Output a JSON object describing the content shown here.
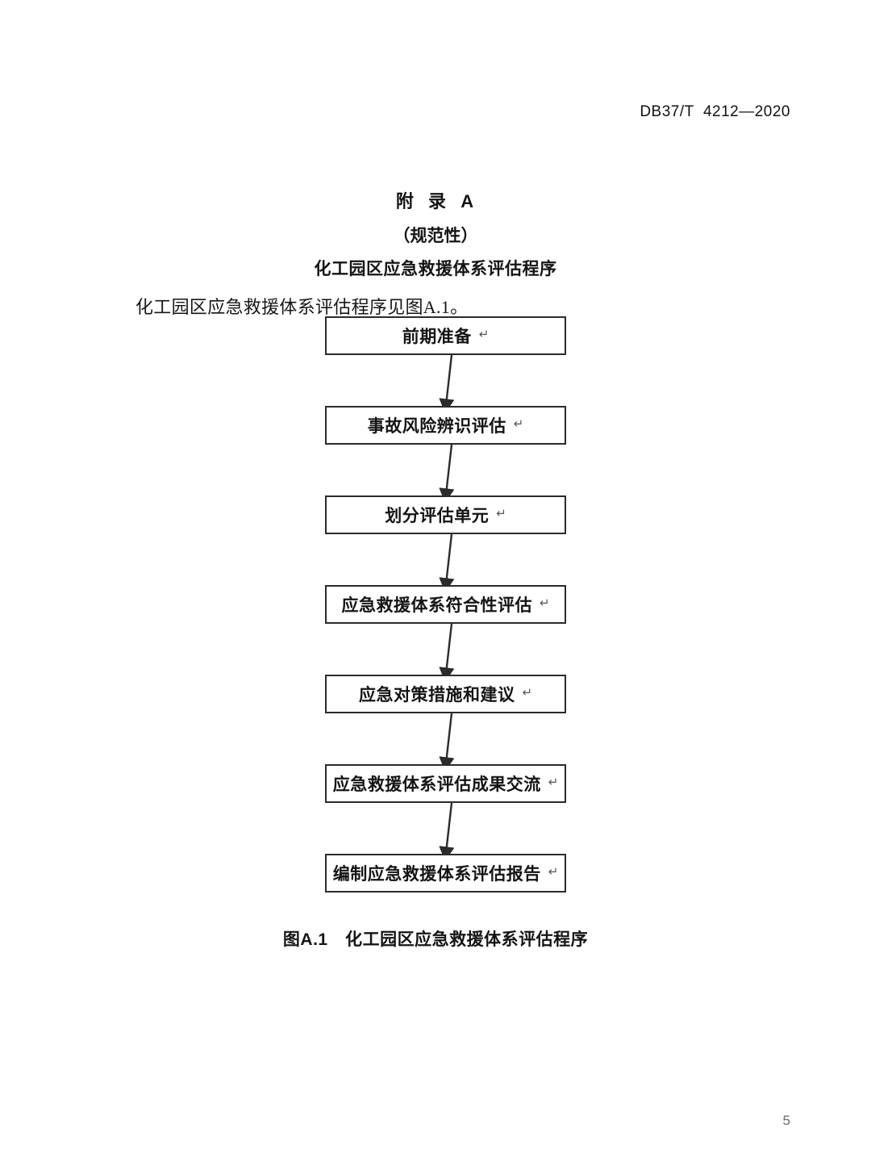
{
  "header": {
    "standard_number": "DB37/T  4212—2020"
  },
  "annex": {
    "title": "附  录  A",
    "kind": "（规范性）",
    "subject": "化工园区应急救援体系评估程序"
  },
  "body": {
    "lead_paragraph": "化工园区应急救援体系评估程序见图A.1。"
  },
  "chart_data": {
    "type": "diagram",
    "diagram_kind": "flowchart",
    "orientation": "vertical",
    "title": "化工园区应急救援体系评估程序",
    "node_shape": "rectangle",
    "border_color": "#2b2b2b",
    "fill_color": "#ffffff",
    "connector": "single-head-arrow",
    "connector_color": "#2b2b2b",
    "end_mark": "↵",
    "nodes": [
      {
        "id": "n1",
        "label": "前期准备",
        "mark": "↵"
      },
      {
        "id": "n2",
        "label": "事故风险辨识评估",
        "mark": "↵"
      },
      {
        "id": "n3",
        "label": "划分评估单元",
        "mark": "↵"
      },
      {
        "id": "n4",
        "label": "应急救援体系符合性评估",
        "mark": "↵"
      },
      {
        "id": "n5",
        "label": "应急对策措施和建议",
        "mark": "↵"
      },
      {
        "id": "n6",
        "label": "应急救援体系评估成果交流",
        "mark": "↵"
      },
      {
        "id": "n7",
        "label": "编制应急救援体系评估报告",
        "mark": "↵"
      }
    ],
    "edges": [
      {
        "from": "n1",
        "to": "n2"
      },
      {
        "from": "n2",
        "to": "n3"
      },
      {
        "from": "n3",
        "to": "n4"
      },
      {
        "from": "n4",
        "to": "n5"
      },
      {
        "from": "n5",
        "to": "n6"
      },
      {
        "from": "n6",
        "to": "n7"
      }
    ]
  },
  "figure": {
    "caption": "图A.1　化工园区应急救援体系评估程序"
  },
  "footer": {
    "page_number": "5"
  }
}
